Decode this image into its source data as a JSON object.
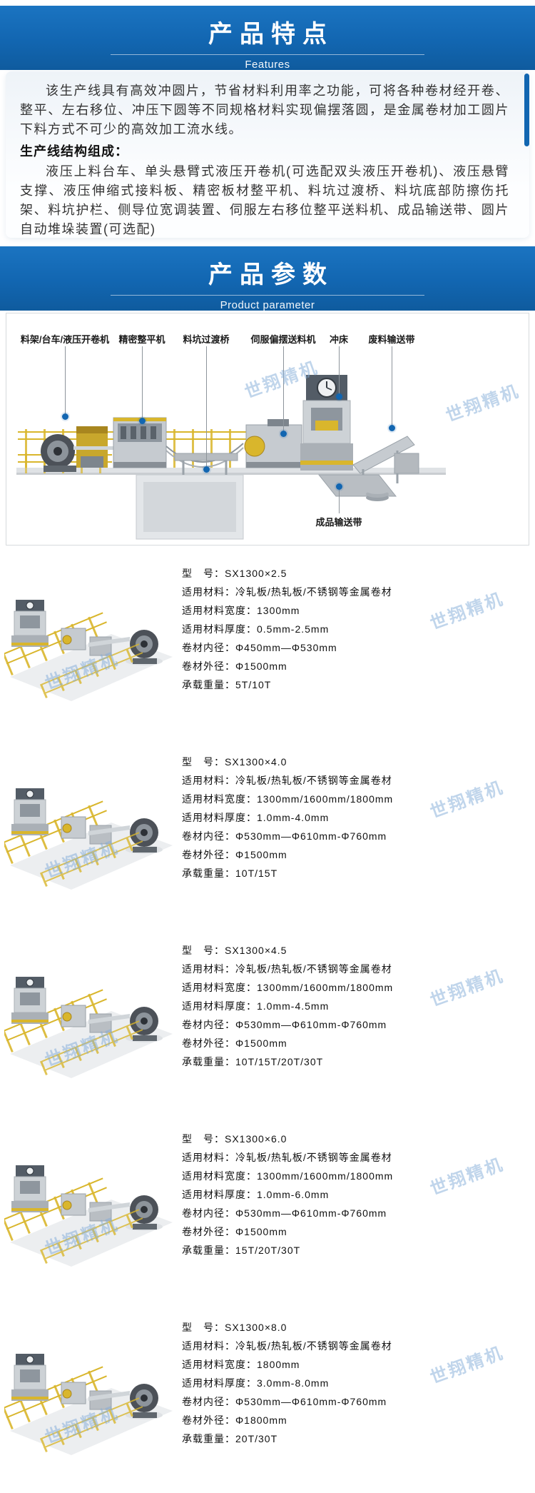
{
  "watermark": "世翔精机",
  "colors": {
    "banner_blue": "#1266b1",
    "dot_blue": "#1266b1",
    "watermark_blue": "#82acd9"
  },
  "features_header": {
    "title": "产品特点",
    "subtitle": "Features"
  },
  "features": {
    "paragraph": "该生产线具有高效冲圆片，节省材料利用率之功能，可将各种卷材经开卷、整平、左右移位、冲压下圆等不同规格材料实现偏摆落圆，是金属卷材加工圆片下料方式不可少的高效加工流水线。",
    "structure_title": "生产线结构组成：",
    "structure_text": "液压上料台车、单头悬臂式液压开卷机(可选配双头液压开卷机)、液压悬臂支撑、液压伸缩式接料板、精密板材整平机、料坑过渡桥、料坑底部防擦伤托架、料坑护栏、侧导位宽调装置、伺服左右移位整平送料机、成品输送带、圆片自动堆垛装置(可选配)"
  },
  "params_header": {
    "title": "产品参数",
    "subtitle": "Product parameter"
  },
  "diagram": {
    "labels": [
      "料架/台车/液压开卷机",
      "精密整平机",
      "料坑过渡桥",
      "伺服偏摆送料机",
      "冲床",
      "废料输送带"
    ],
    "bottom_label": "成品输送带"
  },
  "spec_labels": {
    "model": "型　号：",
    "material": "适用材料：",
    "width": "适用材料宽度：",
    "thickness": "适用材料厚度：",
    "inner": "卷材内径：",
    "outer": "卷材外径：",
    "load": "承载重量："
  },
  "models": [
    {
      "model": "SX1300×2.5",
      "material": "冷轧板/热轧板/不锈钢等金属卷材",
      "width": "1300mm",
      "thickness": "0.5mm-2.5mm",
      "inner": "Φ450mm—Φ530mm",
      "outer": "Φ1500mm",
      "load": "5T/10T"
    },
    {
      "model": "SX1300×4.0",
      "material": "冷轧板/热轧板/不锈钢等金属卷材",
      "width": "1300mm/1600mm/1800mm",
      "thickness": "1.0mm-4.0mm",
      "inner": "Φ530mm—Φ610mm-Φ760mm",
      "outer": "Φ1500mm",
      "load": "10T/15T"
    },
    {
      "model": "SX1300×4.5",
      "material": "冷轧板/热轧板/不锈钢等金属卷材",
      "width": "1300mm/1600mm/1800mm",
      "thickness": "1.0mm-4.5mm",
      "inner": "Φ530mm—Φ610mm-Φ760mm",
      "outer": "Φ1500mm",
      "load": "10T/15T/20T/30T"
    },
    {
      "model": "SX1300×6.0",
      "material": "冷轧板/热轧板/不锈钢等金属卷材",
      "width": "1300mm/1600mm/1800mm",
      "thickness": "1.0mm-6.0mm",
      "inner": "Φ530mm—Φ610mm-Φ760mm",
      "outer": "Φ1500mm",
      "load": "15T/20T/30T"
    },
    {
      "model": "SX1300×8.0",
      "material": "冷轧板/热轧板/不锈钢等金属卷材",
      "width": "1800mm",
      "thickness": "3.0mm-8.0mm",
      "inner": "Φ530mm—Φ610mm-Φ760mm",
      "outer": "Φ1800mm",
      "load": "20T/30T"
    }
  ]
}
